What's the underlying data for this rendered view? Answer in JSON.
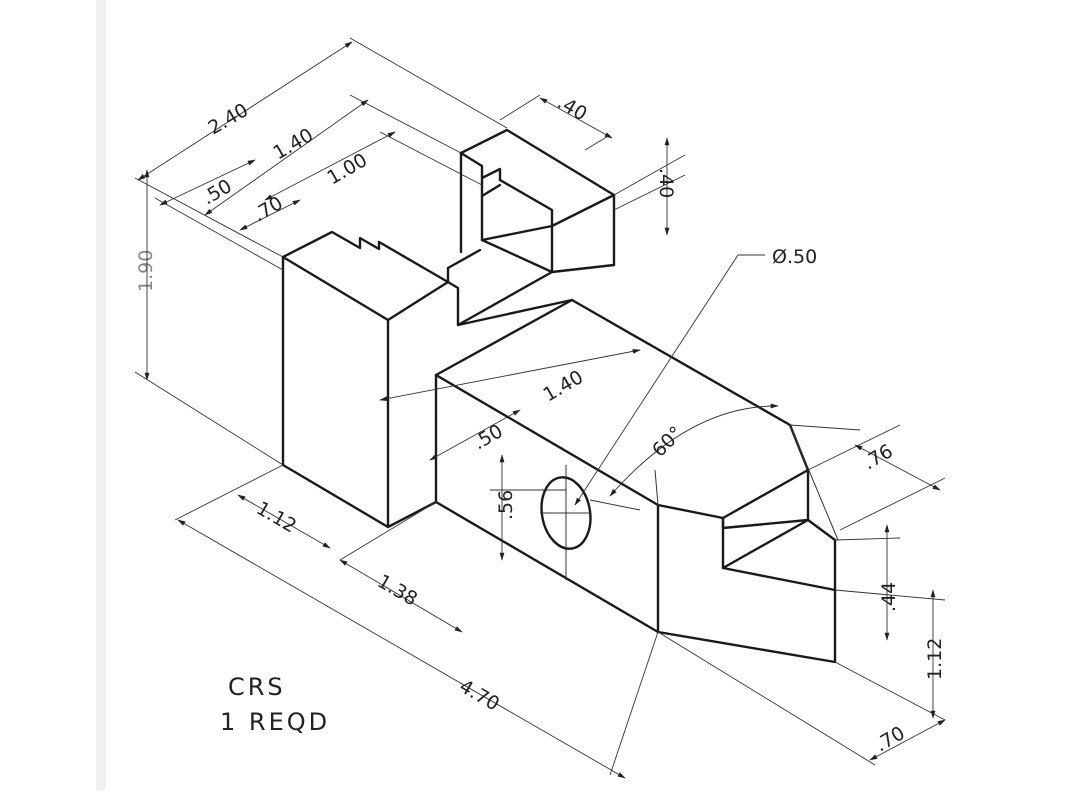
{
  "dimensions": {
    "top_overall": "2.40",
    "top_mid": "1.40",
    "top_inner": "1.00",
    "top_left": ".50",
    "top_left_small": ".70",
    "notch_width": ".40",
    "notch_depth": ".40",
    "height": "1.90",
    "hole_diameter": "Ø.50",
    "nose_length": "1.40",
    "nose_offset": ".50",
    "angle": "60°",
    "hole_height": ".56",
    "base_left": "1.12",
    "base_mid": "1.38",
    "length_overall": "4.70",
    "tip_width": ".76",
    "slot_height": ".44",
    "tip_height": "1.12",
    "tip_base": ".70"
  },
  "notes": {
    "material": "CRS",
    "quantity": "1 REQD"
  }
}
